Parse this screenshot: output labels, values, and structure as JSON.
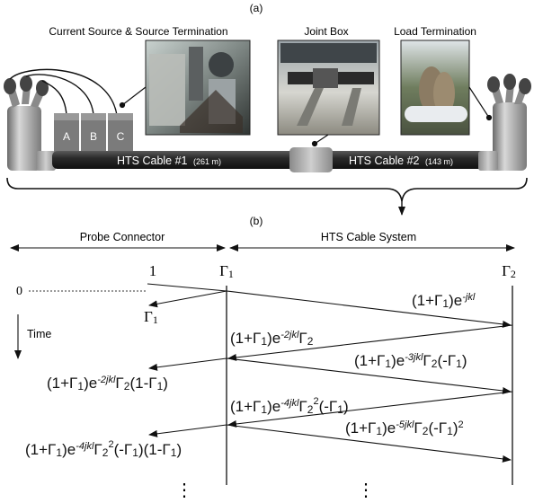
{
  "panel_a": {
    "label": "(a)",
    "captions": {
      "source": "Current Source & Source Termination",
      "joint": "Joint Box",
      "load": "Load Termination"
    },
    "phases": [
      "A",
      "B",
      "C"
    ],
    "cable1": {
      "name": "HTS Cable #1",
      "length": "(261 m)"
    },
    "cable2": {
      "name": "HTS Cable #2",
      "length": "(143 m)"
    }
  },
  "panel_b": {
    "label": "(b)",
    "left_section": "Probe Connector",
    "right_section": "HTS Cable System",
    "time_zero": "0",
    "time_label": "Time",
    "incident": "1",
    "gamma1": "Γ",
    "gamma2": "Γ",
    "sub1": "1",
    "sub2": "2",
    "ellipsis": "⋮",
    "colors": {
      "line": "#111111",
      "dashed": "#333333"
    }
  }
}
